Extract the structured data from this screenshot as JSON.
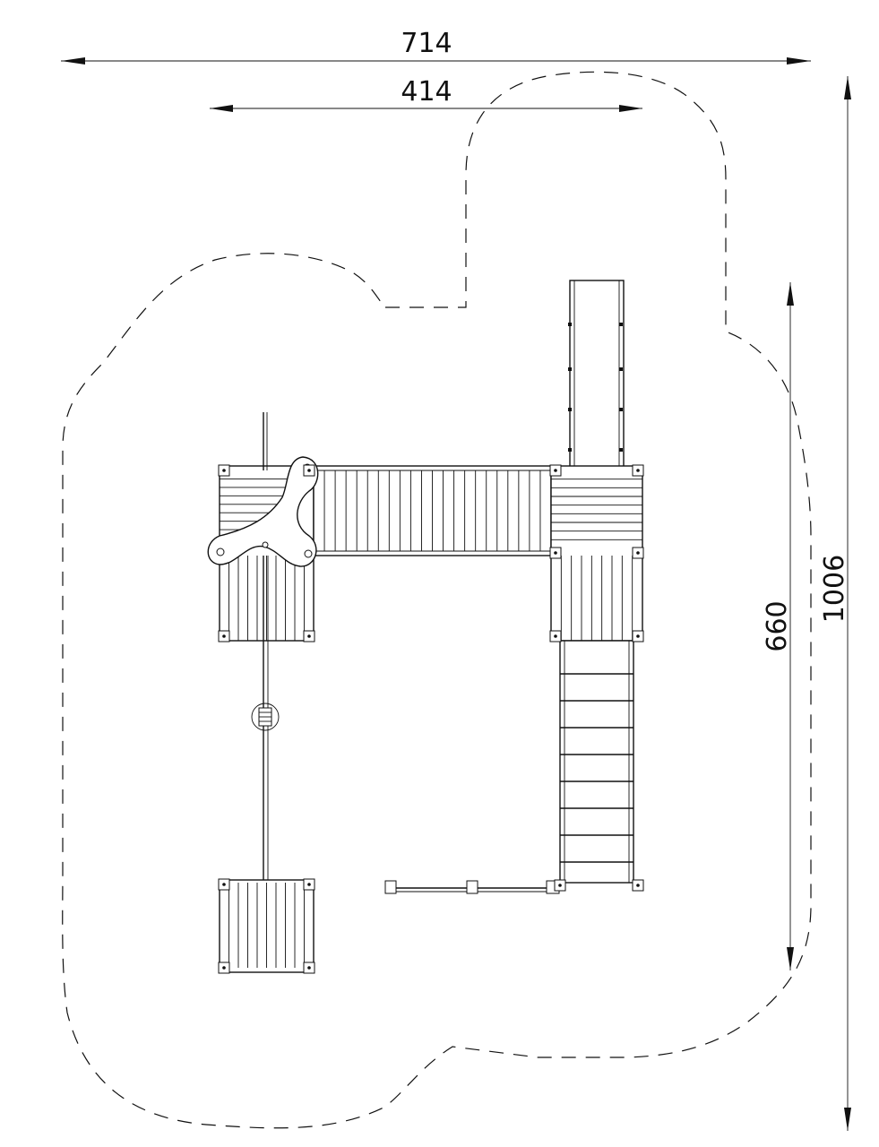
{
  "dimensions": {
    "overall_width": "714",
    "inner_width": "414",
    "overall_height": "1006",
    "structure_height": "660"
  },
  "colors": {
    "line": "#111111",
    "background": "#ffffff"
  },
  "icons": {
    "arrowheads": "arrow-head-icon",
    "posts": "post-icon"
  }
}
